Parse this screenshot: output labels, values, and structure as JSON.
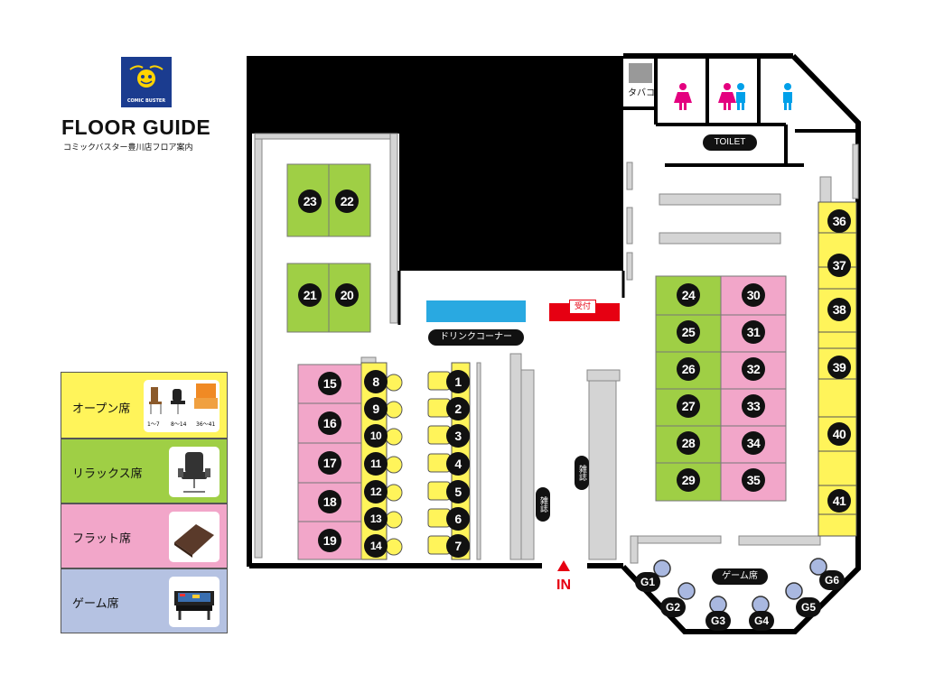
{
  "header": {
    "logo_text": "COMIC BUSTER",
    "title": "FLOOR GUIDE",
    "subtitle": "コミックバスター豊川店フロア案内"
  },
  "legend": {
    "items": [
      {
        "label": "オープン席",
        "color": "#fff45a",
        "icon": "open-seat-chairs-icon",
        "ranges": [
          "1〜7",
          "8〜14",
          "36〜41"
        ]
      },
      {
        "label": "リラックス席",
        "color": "#9fcf45",
        "icon": "relax-chair-icon"
      },
      {
        "label": "フラット席",
        "color": "#f2a6c9",
        "icon": "flat-mat-icon"
      },
      {
        "label": "ゲーム席",
        "color": "#b5c2e2",
        "icon": "arcade-cabinet-icon"
      }
    ]
  },
  "map": {
    "labels": {
      "tobacco": "タバコ",
      "toilet": "TOILET",
      "drink_corner": "ドリンクコーナー",
      "reception": "受付",
      "magazine": "雑誌",
      "game_area": "ゲーム席",
      "entrance": "IN"
    },
    "seats": {
      "open_center": [
        "1",
        "2",
        "3",
        "4",
        "5",
        "6",
        "7"
      ],
      "open_left": [
        "8",
        "9",
        "10",
        "11",
        "12",
        "13",
        "14"
      ],
      "flat_left": [
        "15",
        "16",
        "17",
        "18",
        "19"
      ],
      "relax_top_left": [
        "23",
        "22",
        "21",
        "20"
      ],
      "relax_right": [
        "24",
        "25",
        "26",
        "27",
        "28",
        "29"
      ],
      "flat_right": [
        "30",
        "31",
        "32",
        "33",
        "34",
        "35"
      ],
      "open_right": [
        "36",
        "37",
        "38",
        "39",
        "40",
        "41"
      ],
      "game": [
        "G1",
        "G2",
        "G3",
        "G4",
        "G5",
        "G6"
      ]
    },
    "colors": {
      "open": "#fff45a",
      "relax": "#9fcf45",
      "flat": "#f2a6c9",
      "game_chair": "#a9b8e0",
      "wall": "#000000",
      "shelf": "#d4d4d4",
      "drink": "#29a9e1",
      "reception": "#e60012",
      "entrance": "#e60012",
      "female": "#e4007f",
      "male": "#00a0e9",
      "logo_bg": "#1b3c8f"
    }
  }
}
